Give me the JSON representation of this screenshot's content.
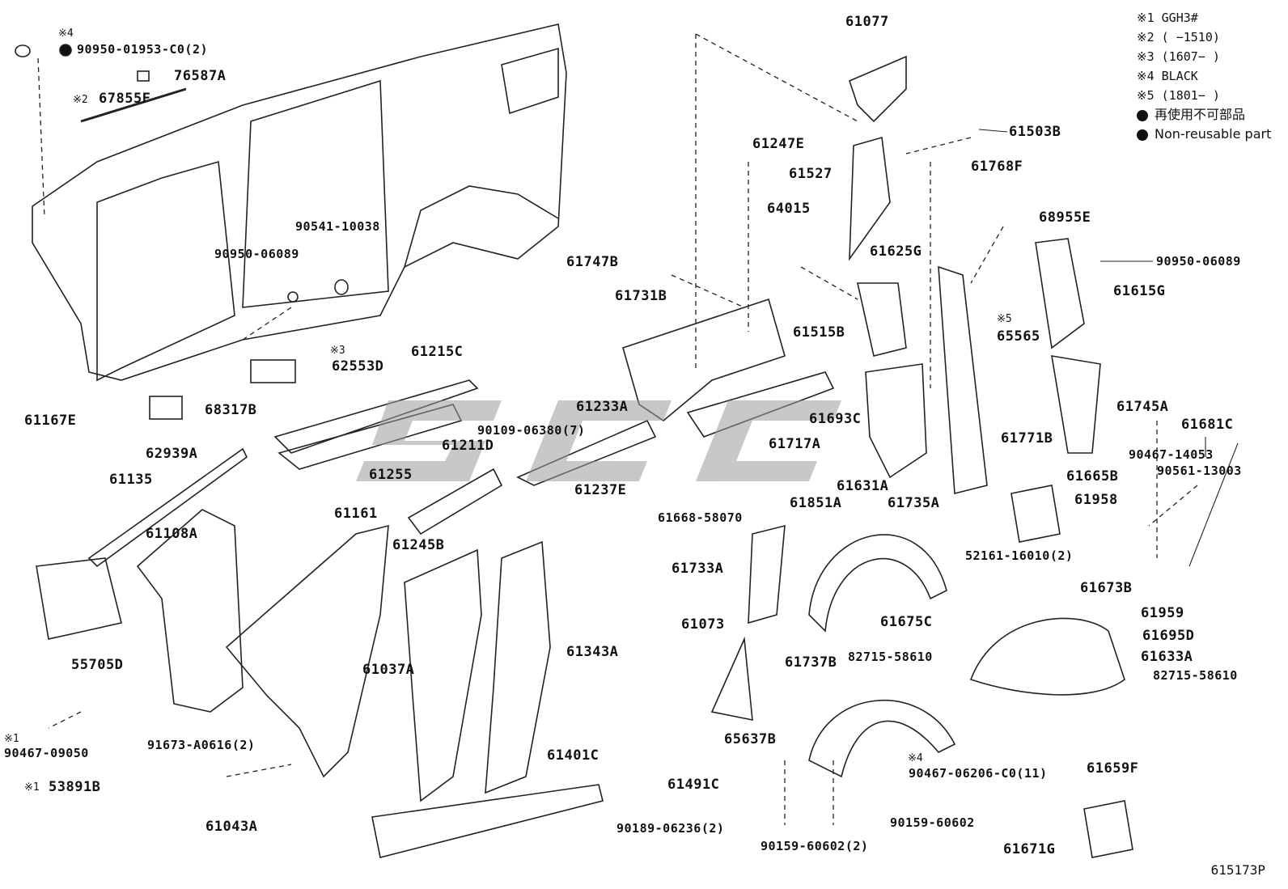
{
  "legend": {
    "notes": [
      "※1 GGH3#",
      "※2 (      −1510)",
      "※3 (1607−      )",
      "※4 BLACK",
      "※5 (1801−      )"
    ],
    "bullet_ja": "再使用不可部品",
    "bullet_en": "Non-reusable part"
  },
  "labels": {
    "p90950_01953": "90950-01953-C0(2)",
    "p76587a": "76587A",
    "p67855f": "67855F",
    "p90541": "90541-10038",
    "p90950_06089_a": "90950-06089",
    "p62553d": "62553D",
    "p61167e": "61167E",
    "p62939a": "62939A",
    "p61215c": "61215C",
    "p68317b": "68317B",
    "p90109": "90109-06380(7)",
    "p61255": "61255",
    "p61233a": "61233A",
    "p61211d": "61211D",
    "p61237e": "61237E",
    "p61668": "61668-58070",
    "p61135": "61135",
    "p61108a": "61108A",
    "p61161": "61161",
    "p61245b": "61245B",
    "p55705d": "55705D",
    "p90467_09050": "90467-09050",
    "p53891b": "53891B",
    "p91673": "91673-A0616(2)",
    "p61043a": "61043A",
    "p61037a": "61037A",
    "p61343a": "61343A",
    "p61401c": "61401C",
    "p61077": "61077",
    "p61247e": "61247E",
    "p61527": "61527",
    "p64015": "64015",
    "p61747b": "61747B",
    "p61731b": "61731B",
    "p61515b": "61515B",
    "p61693c": "61693C",
    "p61717a": "61717A",
    "p61631a": "61631A",
    "p61735a": "61735A",
    "p61851a": "61851A",
    "p61733a": "61733A",
    "p61073": "61073",
    "p61737b": "61737B",
    "p61491c": "61491C",
    "p65637b": "65637B",
    "p90189": "90189-06236(2)",
    "p90159_a": "90159-60602(2)",
    "p90159_b": "90159-60602",
    "p90467_06206": "90467-06206-C0(11)",
    "p61503b": "61503B",
    "p61768f": "61768F",
    "p61625g": "61625G",
    "p68955e": "68955E",
    "p90950_06089_b": "90950-06089",
    "p61615g": "61615G",
    "p65565": "65565",
    "p61771b": "61771B",
    "p61745a": "61745A",
    "p61681c": "61681C",
    "p90467_14053": "90467-14053",
    "p90561": "90561-13003",
    "p61665b": "61665B",
    "p61958": "61958",
    "p52161": "52161-16010(2)",
    "p61673b": "61673B",
    "p61675c": "61675C",
    "p61959": "61959",
    "p61695d": "61695D",
    "p82715_a": "82715-58610",
    "p61633a": "61633A",
    "p82715_b": "82715-58610",
    "p61659f": "61659F",
    "p61671g": "61671G"
  },
  "marks": {
    "m1": "※1",
    "m2": "※2",
    "m3": "※3",
    "m4": "※4",
    "m5": "※5"
  },
  "diagram_code": "615173P"
}
